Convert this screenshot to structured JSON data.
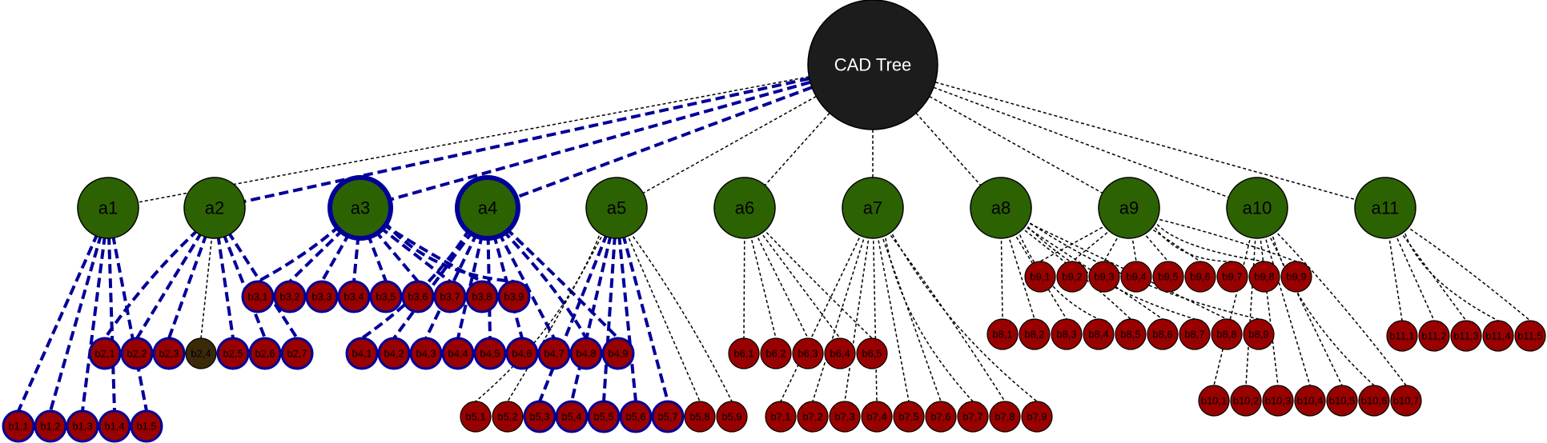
{
  "root": {
    "id": "root",
    "label": "CAD Tree"
  },
  "groups": [
    {
      "id": "a1",
      "label": "a1",
      "highlighted": false,
      "children": [
        {
          "label": "b1,1",
          "highlighted": true
        },
        {
          "label": "b1,2",
          "highlighted": true
        },
        {
          "label": "b1,3",
          "highlighted": true
        },
        {
          "label": "b1,4",
          "highlighted": true
        },
        {
          "label": "b1,5",
          "highlighted": true
        }
      ]
    },
    {
      "id": "a2",
      "label": "a2",
      "highlighted": false,
      "children": [
        {
          "label": "b2,1",
          "highlighted": true
        },
        {
          "label": "b2,2",
          "highlighted": true
        },
        {
          "label": "b2,3",
          "highlighted": true
        },
        {
          "label": "b2,4",
          "highlighted": false,
          "fill": "#3a2a08"
        },
        {
          "label": "b2,5",
          "highlighted": true
        },
        {
          "label": "b2,6",
          "highlighted": true
        },
        {
          "label": "b2,7",
          "highlighted": true
        }
      ]
    },
    {
      "id": "a3",
      "label": "a3",
      "highlighted": true,
      "children": [
        {
          "label": "b3,1",
          "highlighted": true
        },
        {
          "label": "b3,2",
          "highlighted": true
        },
        {
          "label": "b3,3",
          "highlighted": true
        },
        {
          "label": "b3,4",
          "highlighted": true
        },
        {
          "label": "b3,5",
          "highlighted": true
        },
        {
          "label": "b3,6",
          "highlighted": true
        },
        {
          "label": "b3,7",
          "highlighted": true
        },
        {
          "label": "b3,8",
          "highlighted": true
        },
        {
          "label": "b3,9",
          "highlighted": true
        }
      ]
    },
    {
      "id": "a4",
      "label": "a4",
      "highlighted": true,
      "children": [
        {
          "label": "b4,1",
          "highlighted": true
        },
        {
          "label": "b4,2",
          "highlighted": true
        },
        {
          "label": "b4,3",
          "highlighted": true
        },
        {
          "label": "b4,4",
          "highlighted": true
        },
        {
          "label": "b4,5",
          "highlighted": true
        },
        {
          "label": "b4,6",
          "highlighted": true
        },
        {
          "label": "b4,7",
          "highlighted": true
        },
        {
          "label": "b4,8",
          "highlighted": true
        },
        {
          "label": "b4,9",
          "highlighted": true
        }
      ]
    },
    {
      "id": "a5",
      "label": "a5",
      "highlighted": false,
      "children": [
        {
          "label": "b5,1",
          "highlighted": false
        },
        {
          "label": "b5,2",
          "highlighted": false
        },
        {
          "label": "b5,3",
          "highlighted": true
        },
        {
          "label": "b5,4",
          "highlighted": true
        },
        {
          "label": "b5,5",
          "highlighted": true
        },
        {
          "label": "b5,6",
          "highlighted": true
        },
        {
          "label": "b5,7",
          "highlighted": true
        },
        {
          "label": "b5,8",
          "highlighted": false
        },
        {
          "label": "b5,9",
          "highlighted": false
        }
      ]
    },
    {
      "id": "a6",
      "label": "a6",
      "highlighted": false,
      "children": [
        {
          "label": "b6,1",
          "highlighted": false
        },
        {
          "label": "b6,2",
          "highlighted": false
        },
        {
          "label": "b6,3",
          "highlighted": false
        },
        {
          "label": "b6,4",
          "highlighted": false
        },
        {
          "label": "b6,5",
          "highlighted": false
        }
      ]
    },
    {
      "id": "a7",
      "label": "a7",
      "highlighted": false,
      "children": [
        {
          "label": "b7,1",
          "highlighted": false
        },
        {
          "label": "b7,2",
          "highlighted": false
        },
        {
          "label": "b7,3",
          "highlighted": false
        },
        {
          "label": "b7,4",
          "highlighted": false
        },
        {
          "label": "b7,5",
          "highlighted": false
        },
        {
          "label": "b7,6",
          "highlighted": false
        },
        {
          "label": "b7,7",
          "highlighted": false
        },
        {
          "label": "b7,8",
          "highlighted": false
        },
        {
          "label": "b7,9",
          "highlighted": false
        }
      ]
    },
    {
      "id": "a8",
      "label": "a8",
      "highlighted": false,
      "children": [
        {
          "label": "b8,1",
          "highlighted": false
        },
        {
          "label": "b8,2",
          "highlighted": false
        },
        {
          "label": "b8,3",
          "highlighted": false
        },
        {
          "label": "b8,4",
          "highlighted": false
        },
        {
          "label": "b8,5",
          "highlighted": false
        },
        {
          "label": "b8,6",
          "highlighted": false
        },
        {
          "label": "b8,7",
          "highlighted": false
        },
        {
          "label": "b8,8",
          "highlighted": false
        },
        {
          "label": "b8,9",
          "highlighted": false
        }
      ]
    },
    {
      "id": "a9",
      "label": "a9",
      "highlighted": false,
      "children": [
        {
          "label": "b9,1",
          "highlighted": false
        },
        {
          "label": "b9,2",
          "highlighted": false
        },
        {
          "label": "b9,3",
          "highlighted": false
        },
        {
          "label": "b9,4",
          "highlighted": false
        },
        {
          "label": "b9,5",
          "highlighted": false
        },
        {
          "label": "b9,6",
          "highlighted": false
        },
        {
          "label": "b9,7",
          "highlighted": false
        },
        {
          "label": "b9,8",
          "highlighted": false
        },
        {
          "label": "b9,9",
          "highlighted": false
        }
      ]
    },
    {
      "id": "a10",
      "label": "a10",
      "highlighted": false,
      "children": [
        {
          "label": "b10,1",
          "highlighted": false
        },
        {
          "label": "b10,2",
          "highlighted": false
        },
        {
          "label": "b10,3",
          "highlighted": false
        },
        {
          "label": "b10,4",
          "highlighted": false
        },
        {
          "label": "b10,5",
          "highlighted": false
        },
        {
          "label": "b10,6",
          "highlighted": false
        },
        {
          "label": "b10,7",
          "highlighted": false
        }
      ]
    },
    {
      "id": "a11",
      "label": "a11",
      "highlighted": false,
      "children": [
        {
          "label": "b11,1",
          "highlighted": false
        },
        {
          "label": "b11,2",
          "highlighted": false
        },
        {
          "label": "b11,3",
          "highlighted": false
        },
        {
          "label": "b11,4",
          "highlighted": false
        },
        {
          "label": "b11,5",
          "highlighted": false
        }
      ]
    }
  ],
  "colors": {
    "root_fill": "#1c1c1c",
    "root_text": "#ffffff",
    "group_fill": "#2d6203",
    "leaf_fill": "#990000",
    "highlight": "#000099",
    "edge": "#000000",
    "highlight_edge": "#000099",
    "node_text": "#000000"
  }
}
